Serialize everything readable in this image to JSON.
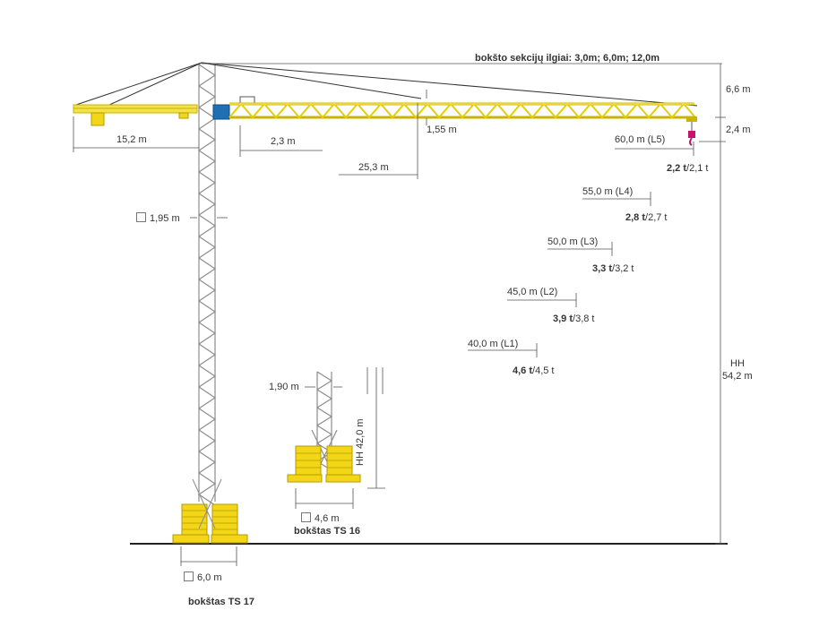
{
  "colors": {
    "jib_yellow": "#f3e24a",
    "jib_edge": "#c9b400",
    "tower_grey": "#8c8c8c",
    "ballast_yellow": "#f2d617",
    "hook_magenta": "#c0146e",
    "cab_blue": "#1f6fb2",
    "dim_line": "#555555"
  },
  "header": {
    "tower_sections": "bokšto sekcijų ilgiai: 3,0m; 6,0m; 12,0m"
  },
  "dimensions": {
    "top_height": "6,6 m",
    "hook_height": "2,4 m",
    "hook_under_height": "HH",
    "total_height": "54,2 m",
    "counter_jib": "15,2 m",
    "jib_offset": "2,3 m",
    "mid_point": "25,3 m",
    "jib_depth": "1,55 m",
    "tower_width_ts17": "1,95 m",
    "tower_width_ts16": "1,90 m",
    "ts16_height": "HH 42,0 m",
    "base_ts16": "4,6 m",
    "base_ts17": "6,0 m"
  },
  "towers": {
    "ts16": "bokštas TS 16",
    "ts17": "bokštas TS 17"
  },
  "load_curve": [
    {
      "radius": "60,0 m (L5)",
      "load_bold": "2,2 t",
      "load_alt": "/2,1 t"
    },
    {
      "radius": "55,0 m (L4)",
      "load_bold": "2,8 t",
      "load_alt": "/2,7 t"
    },
    {
      "radius": "50,0 m (L3)",
      "load_bold": "3,3 t",
      "load_alt": "/3,2 t"
    },
    {
      "radius": "45,0 m (L2)",
      "load_bold": "3,9 t",
      "load_alt": "/3,8 t"
    },
    {
      "radius": "40,0 m (L1)",
      "load_bold": "4,6 t",
      "load_alt": "/4,5 t"
    }
  ]
}
